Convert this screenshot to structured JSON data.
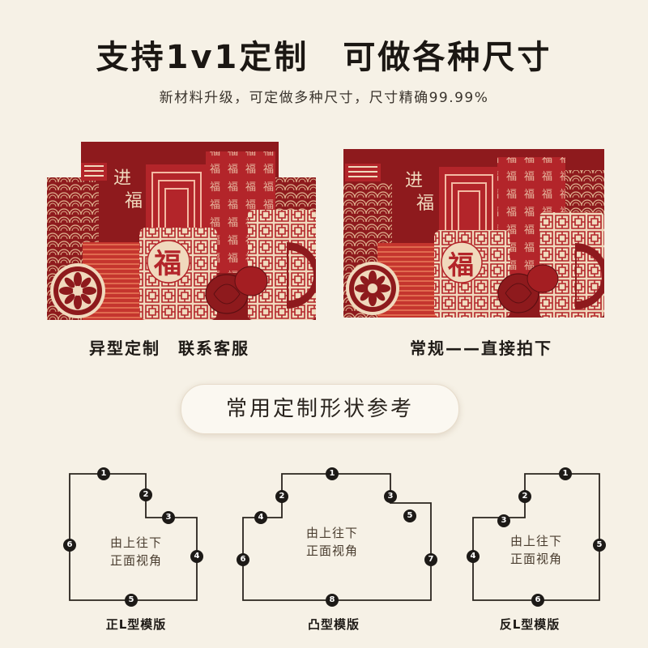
{
  "header": {
    "title_part1": "支持1v1定制",
    "title_part2": "可做各种尺寸",
    "subtitle": "新材料升级，可定做多种尺寸，尺寸精确99.99%"
  },
  "left_panel": {
    "calligraphy": "进福",
    "fu_char": "福",
    "caption": "异型定制　联系客服"
  },
  "right_panel": {
    "calligraphy": "进福",
    "fu_char": "福",
    "caption": "常规——直接拍下"
  },
  "section_title": "常用定制形状参考",
  "diagrams": [
    {
      "label": "正L型模版",
      "inner_line1": "由上往下",
      "inner_line2": "正面视角",
      "markers": [
        "1",
        "2",
        "3",
        "4",
        "5",
        "6"
      ]
    },
    {
      "label": "凸型模版",
      "inner_line1": "由上往下",
      "inner_line2": "正面视角",
      "markers": [
        "1",
        "2",
        "3",
        "4",
        "5",
        "6",
        "7",
        "8"
      ]
    },
    {
      "label": "反L型模版",
      "inner_line1": "由上往下",
      "inner_line2": "正面视角",
      "markers": [
        "1",
        "2",
        "3",
        "4",
        "5",
        "6"
      ]
    }
  ],
  "colors": {
    "background": "#f6f1e6",
    "deep_red": "#8e1a1d",
    "red": "#b3252a",
    "cream": "#f0d9bd",
    "marker": "#1d1a17"
  }
}
